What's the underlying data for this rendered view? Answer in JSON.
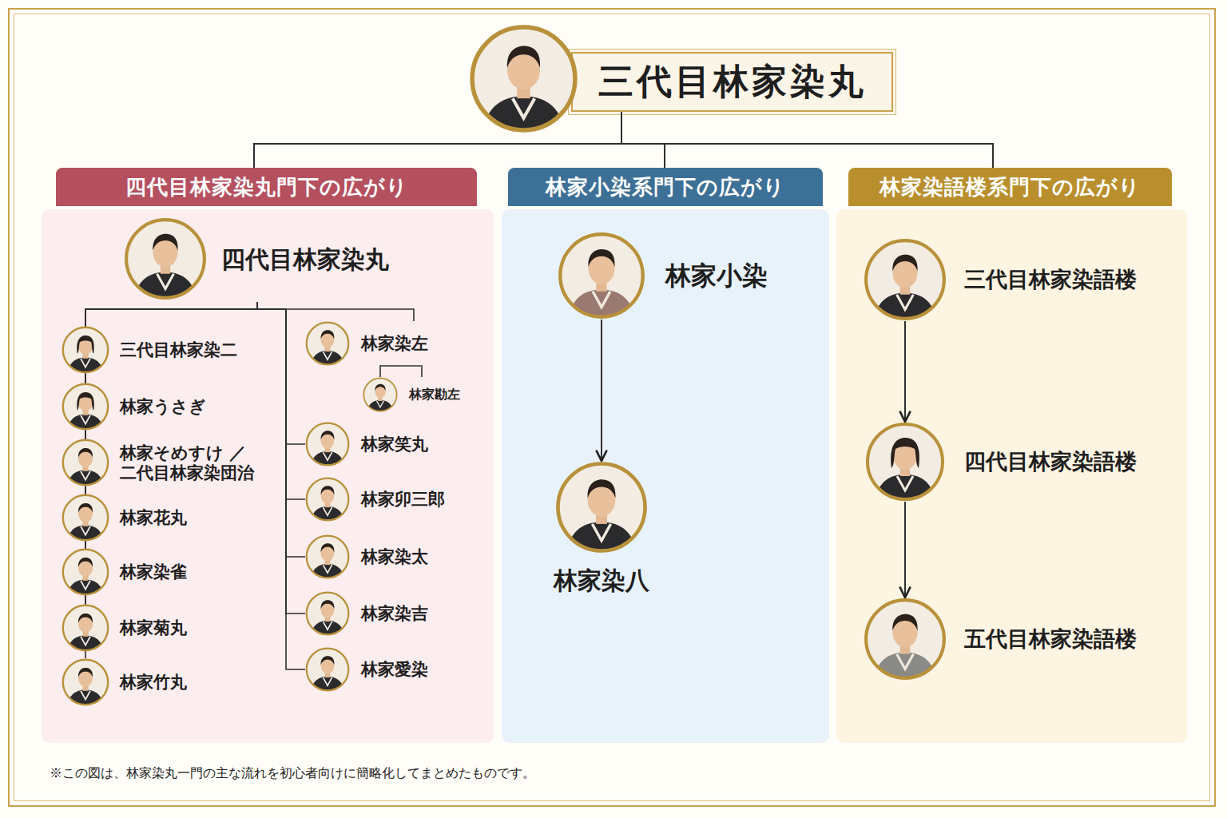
{
  "diagram": {
    "caption": "※この図は、林家染丸一門の主な流れを初心者向けに簡略化してまとめたものです。",
    "nodes": [
      {
        "text": [
          "三代目林家染丸"
        ]
      },
      {
        "text": [
          "四代目林家染丸門下の広がり"
        ]
      },
      {
        "text": [
          "四代目林家染丸"
        ],
        "in": 1
      },
      {
        "text": [
          "三代目林家染二"
        ],
        "in": 1
      },
      {
        "text": [
          "林家うさぎ"
        ],
        "in": 1
      },
      {
        "text": [
          "林家そめすけ ／二代目林家染団治"
        ],
        "in": 1
      },
      {
        "text": [
          "林家花丸"
        ],
        "in": 1
      },
      {
        "text": [
          "林家染雀"
        ],
        "in": 1
      },
      {
        "text": [
          "林家菊丸"
        ],
        "in": 1
      },
      {
        "text": [
          "林家竹丸"
        ],
        "in": 1
      },
      {
        "text": [
          "林家染左"
        ],
        "in": 1
      },
      {
        "text": [
          "林家勘左"
        ],
        "in": 1
      },
      {
        "text": [
          "林家笑丸"
        ],
        "in": 1
      },
      {
        "text": [
          "林家卯三郎"
        ],
        "in": 1
      },
      {
        "text": [
          "林家染太"
        ],
        "in": 1
      },
      {
        "text": [
          "林家染吉"
        ],
        "in": 1
      },
      {
        "text": [
          "林家愛染"
        ],
        "in": 1
      },
      {
        "text": [
          "林家小染系門下の広がり"
        ]
      },
      {
        "text": [
          "林家小染"
        ],
        "in": 17
      },
      {
        "text": [
          "林家染八"
        ],
        "in": 17
      },
      {
        "text": [
          "林家染語楼系門下の広がり"
        ]
      },
      {
        "text": [
          "三代目林家染語楼"
        ],
        "in": 20
      },
      {
        "text": [
          "四代目林家染語楼"
        ],
        "in": 20
      },
      {
        "text": [
          "五代目林家染語楼"
        ],
        "in": 20
      }
    ],
    "edges": [
      {
        "from": 0,
        "to": 1,
        "arrow": "none"
      },
      {
        "from": 0,
        "to": 17,
        "arrow": "none"
      },
      {
        "from": 0,
        "to": 20,
        "arrow": "none"
      },
      {
        "from": 2,
        "to": 3,
        "arrow": "none"
      },
      {
        "from": 2,
        "to": 4,
        "arrow": "none"
      },
      {
        "from": 2,
        "to": 5,
        "arrow": "none"
      },
      {
        "from": 2,
        "to": 6,
        "arrow": "none"
      },
      {
        "from": 2,
        "to": 7,
        "arrow": "none"
      },
      {
        "from": 2,
        "to": 8,
        "arrow": "none"
      },
      {
        "from": 2,
        "to": 9,
        "arrow": "none"
      },
      {
        "from": 2,
        "to": 10,
        "arrow": "none"
      },
      {
        "from": 2,
        "to": 12,
        "arrow": "none"
      },
      {
        "from": 2,
        "to": 13,
        "arrow": "none"
      },
      {
        "from": 2,
        "to": 14,
        "arrow": "none"
      },
      {
        "from": 2,
        "to": 15,
        "arrow": "none"
      },
      {
        "from": 2,
        "to": 16,
        "arrow": "none"
      },
      {
        "from": 10,
        "to": 11,
        "arrow": "none"
      },
      {
        "from": 18,
        "to": 19,
        "arrow": "to"
      },
      {
        "from": 21,
        "to": 22,
        "arrow": "to"
      },
      {
        "from": 22,
        "to": 23,
        "arrow": "to"
      }
    ]
  }
}
